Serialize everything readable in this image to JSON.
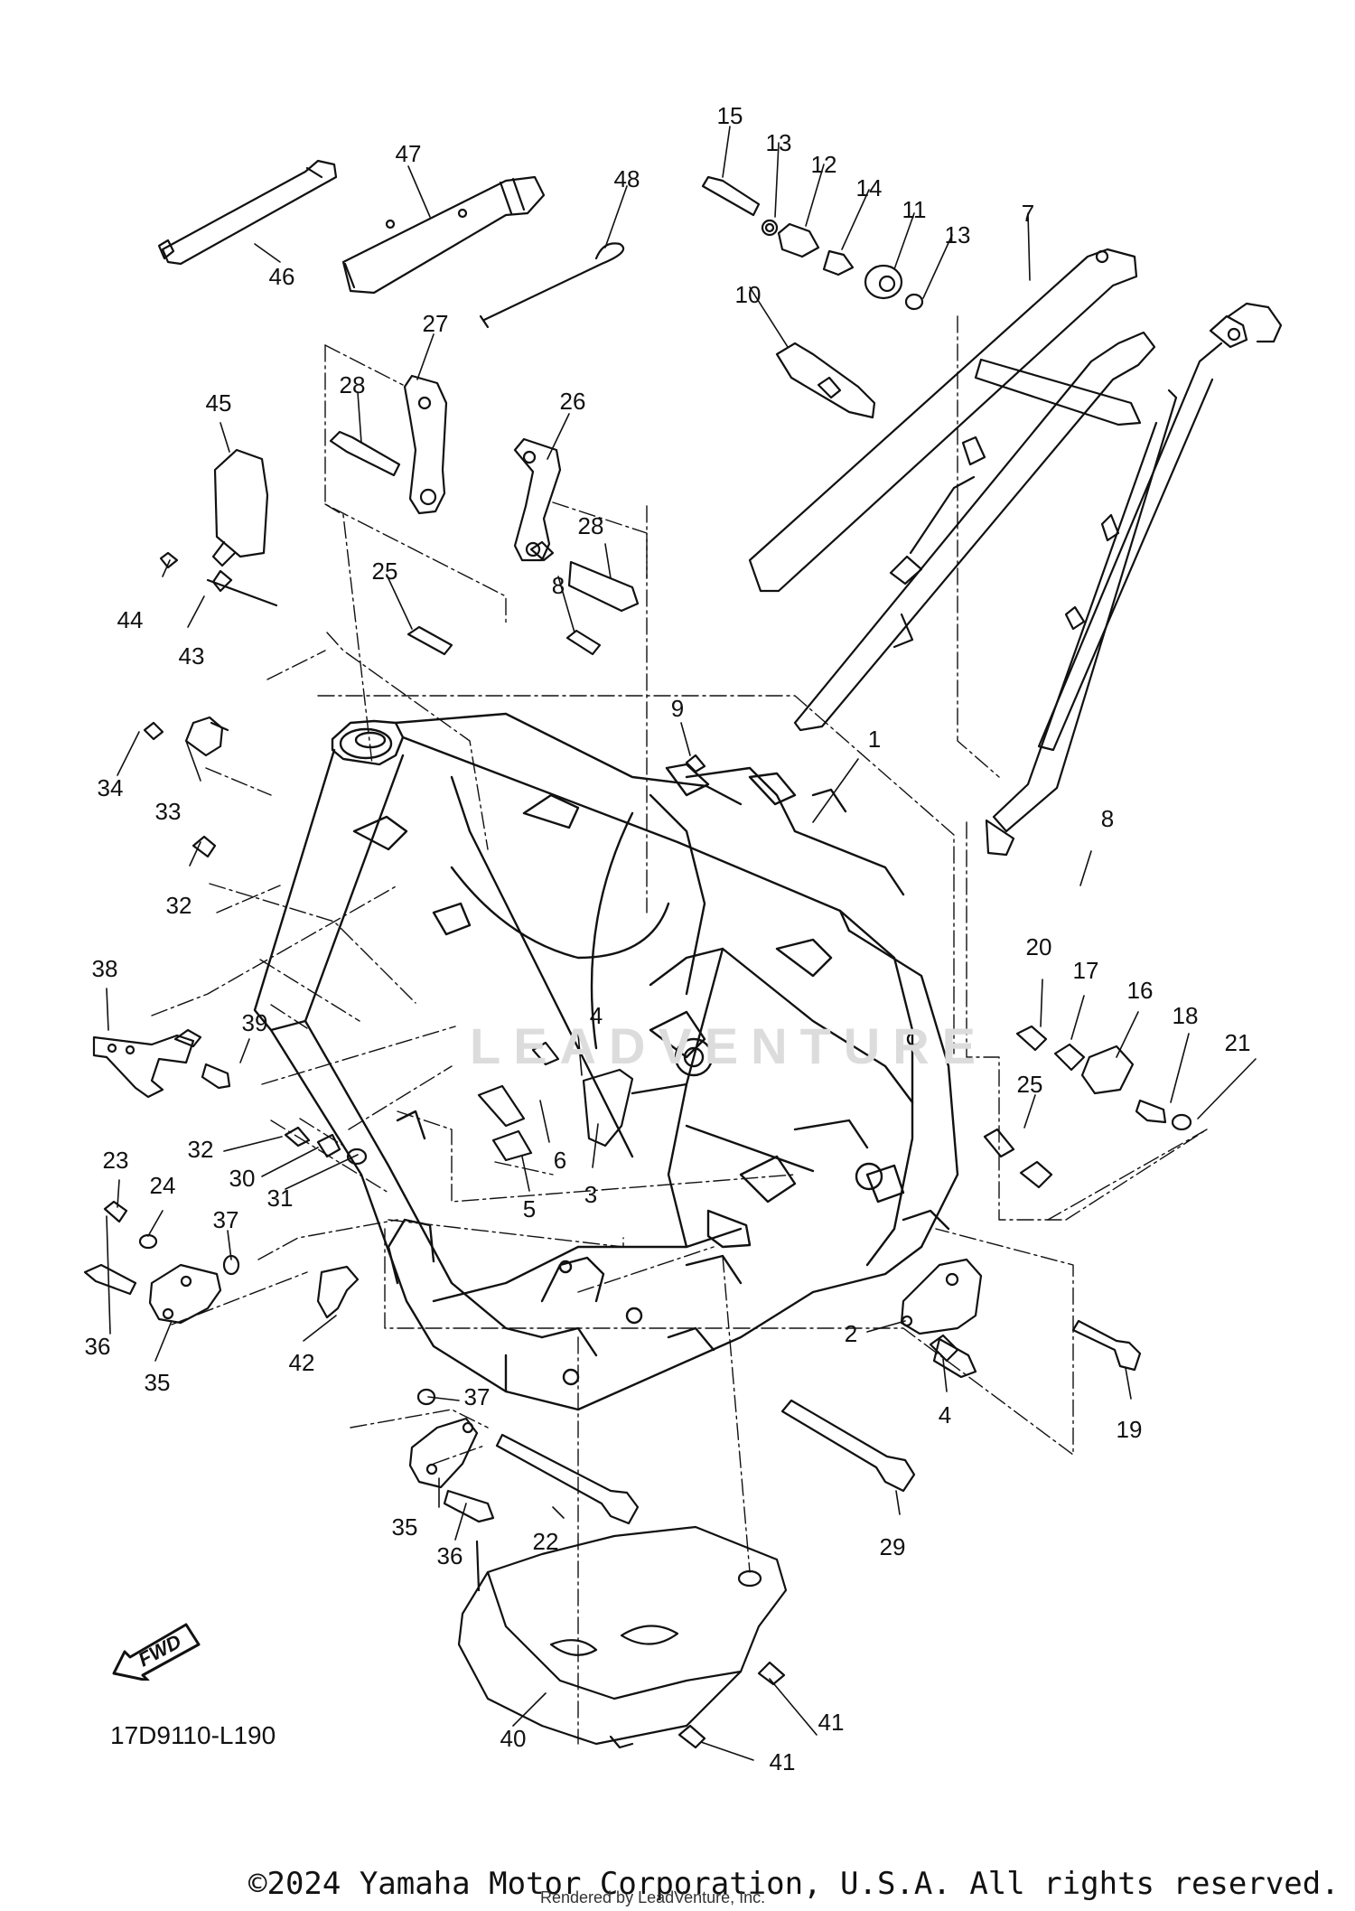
{
  "diagram_code": "17D9110-L190",
  "copyright": "©2024 Yamaha Motor Corporation, U.S.A. All rights reserved.",
  "rendered_by": "Rendered by LeadVenture, Inc.",
  "watermark": "LEADVENTURE",
  "fwd_label": "FWD",
  "callouts": [
    {
      "id": "c15a",
      "text": "15"
    },
    {
      "id": "c13a",
      "text": "13"
    },
    {
      "id": "c12",
      "text": "12"
    },
    {
      "id": "c14",
      "text": "14"
    },
    {
      "id": "c11",
      "text": "11"
    },
    {
      "id": "c13b",
      "text": "13"
    },
    {
      "id": "c7",
      "text": "7"
    },
    {
      "id": "c47",
      "text": "47"
    },
    {
      "id": "c48",
      "text": "48"
    },
    {
      "id": "c46",
      "text": "46"
    },
    {
      "id": "c10",
      "text": "10"
    },
    {
      "id": "c27",
      "text": "27"
    },
    {
      "id": "c28a",
      "text": "28"
    },
    {
      "id": "c26",
      "text": "26"
    },
    {
      "id": "c45",
      "text": "45"
    },
    {
      "id": "c28b",
      "text": "28"
    },
    {
      "id": "c44",
      "text": "44"
    },
    {
      "id": "c25a",
      "text": "25"
    },
    {
      "id": "c8a",
      "text": "8"
    },
    {
      "id": "c43",
      "text": "43"
    },
    {
      "id": "c9",
      "text": "9"
    },
    {
      "id": "c1",
      "text": "1"
    },
    {
      "id": "c34",
      "text": "34"
    },
    {
      "id": "c33",
      "text": "33"
    },
    {
      "id": "c8b",
      "text": "8"
    },
    {
      "id": "c32a",
      "text": "32"
    },
    {
      "id": "c20",
      "text": "20"
    },
    {
      "id": "c17",
      "text": "17"
    },
    {
      "id": "c16",
      "text": "16"
    },
    {
      "id": "c38",
      "text": "38"
    },
    {
      "id": "c4a",
      "text": "4"
    },
    {
      "id": "c18",
      "text": "18"
    },
    {
      "id": "c21",
      "text": "21"
    },
    {
      "id": "c39",
      "text": "39"
    },
    {
      "id": "c25b",
      "text": "25"
    },
    {
      "id": "c6",
      "text": "6"
    },
    {
      "id": "c32b",
      "text": "32"
    },
    {
      "id": "c30",
      "text": "30"
    },
    {
      "id": "c3",
      "text": "3"
    },
    {
      "id": "c31",
      "text": "31"
    },
    {
      "id": "c5",
      "text": "5"
    },
    {
      "id": "c23",
      "text": "23"
    },
    {
      "id": "c24",
      "text": "24"
    },
    {
      "id": "c37a",
      "text": "37"
    },
    {
      "id": "c2",
      "text": "2"
    },
    {
      "id": "c36a",
      "text": "36"
    },
    {
      "id": "c42",
      "text": "42"
    },
    {
      "id": "c4b",
      "text": "4"
    },
    {
      "id": "c19",
      "text": "19"
    },
    {
      "id": "c35a",
      "text": "35"
    },
    {
      "id": "c37b",
      "text": "37"
    },
    {
      "id": "c35b",
      "text": "35"
    },
    {
      "id": "c22",
      "text": "22"
    },
    {
      "id": "c29",
      "text": "29"
    },
    {
      "id": "c36b",
      "text": "36"
    },
    {
      "id": "c41a",
      "text": "41"
    },
    {
      "id": "c40",
      "text": "40"
    },
    {
      "id": "c41b",
      "text": "41"
    }
  ]
}
